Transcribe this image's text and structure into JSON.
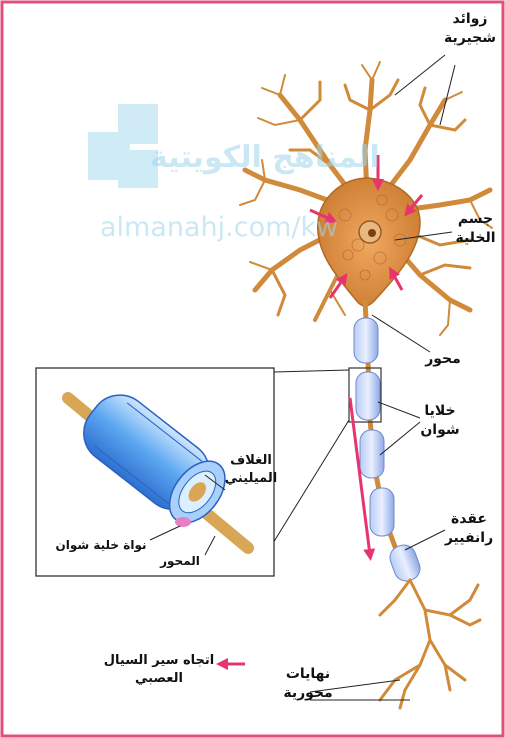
{
  "labels": {
    "dendrites": "زوائد\nشجيرية",
    "cell_body": "جسم\nالخلية",
    "axon": "محور",
    "schwann_cells": "خلايا\nشوان",
    "ranvier_node": "عقدة\nرانفيير",
    "axon_terminals": "نهايات\nمحورية",
    "myelin_sheath": "الغلاف\nالميليني",
    "schwann_nucleus": "نواة خلية شوان",
    "inset_axon": "المحور",
    "legend_text": "اتجاه سير السيال\nالعصبي"
  },
  "watermark": {
    "arabic": "المناهج الكويتية",
    "latin": "almanahj.com/kw"
  },
  "colors": {
    "frame": "#e0507a",
    "arrow": "#e8346e",
    "neuron": "#d98c3a",
    "myelin": "#8fb4f0"
  }
}
